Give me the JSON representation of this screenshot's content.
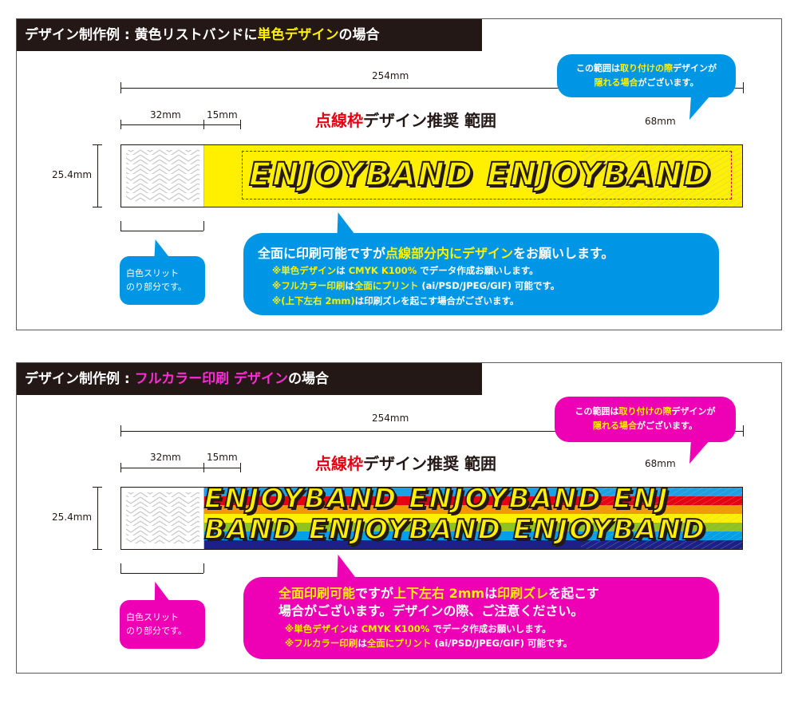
{
  "colors": {
    "dark": "#231815",
    "yellow": "#fff000",
    "blue": "#0096e6",
    "pink": "#ee00b4",
    "red": "#e60012"
  },
  "panel1": {
    "title_pre": "デザイン制作例 : 黄色リストバンドに",
    "title_hl": "単色デザイン",
    "title_post": "の場合",
    "dim_total": "254mm",
    "dim_slit": "32mm",
    "dim_margin": "15mm",
    "dim_hidden": "68mm",
    "dim_height": "25.4mm",
    "heading_red": "点線枠",
    "heading_rest": "デザイン推奨 範囲",
    "logo_text": "ENJOYBAND ENJOYBAND",
    "corner_bubble": {
      "l1_pre": "この範囲は",
      "l1_hl": "取り付けの際",
      "l1_post": "デザインが",
      "l2_hl": "隠れる場合",
      "l2_post": "がございます。"
    },
    "slit_bubble": {
      "l1": "白色スリット",
      "l2": "のり部分です。"
    },
    "main_bubble": {
      "head_pre": "全面に印刷可能ですが",
      "head_hl": "点線部分内にデザイン",
      "head_post": "をお願いします。",
      "n1_pre": "※",
      "n1_hl": "単色デザイン",
      "n1_mid": "は ",
      "n1_hl2": "CMYK K100%",
      "n1_post": " でデータ作成お願いします。",
      "n2_pre": "※",
      "n2_hl": "フルカラー印刷",
      "n2_mid": "は",
      "n2_hl2": "全面にプリント",
      "n2_post": " (ai/PSD/JPEG/GIF) 可能です。",
      "n3_pre": "※",
      "n3_hl": "(上下左右 2mm)",
      "n3_mid": "は",
      "n3_post": "印刷ズレを起こす場合がございます。"
    }
  },
  "panel2": {
    "title_pre": "デザイン制作例 : ",
    "title_hl": "フルカラー印刷 デザイン",
    "title_post": "の場合",
    "dim_total": "254mm",
    "dim_slit": "32mm",
    "dim_margin": "15mm",
    "dim_hidden": "68mm",
    "dim_height": "25.4mm",
    "heading_red": "点線枠",
    "heading_rest": "デザイン推奨 範囲",
    "logo_row1": "ENJOYBAND ENJOYBAND ENJ",
    "logo_row2": "BAND ENJOYBAND ENJOYBAND",
    "corner_bubble": {
      "l1_pre": "この範囲は",
      "l1_hl": "取り付けの際",
      "l1_post": "デザインが",
      "l2_hl": "隠れる場合",
      "l2_post": "がございます。"
    },
    "slit_bubble": {
      "l1": "白色スリット",
      "l2": "のり部分です。"
    },
    "main_bubble": {
      "h1_hl": "全面印刷可能",
      "h1_mid": "ですが",
      "h1_hl2": "上下左右 2mm",
      "h1_mid2": "は",
      "h1_hl3": "印刷ズレ",
      "h1_post": "を起こす",
      "h2": "場合がございます。デザインの際、ご注意ください。",
      "n1_pre": "※",
      "n1_hl": "単色デザイン",
      "n1_mid": "は ",
      "n1_hl2": "CMYK K100%",
      "n1_post": " でデータ作成お願いします。",
      "n2_pre": "※",
      "n2_hl": "フルカラー印刷",
      "n2_mid": "は",
      "n2_hl2": "全面にプリント",
      "n2_post": " (ai/PSD/JPEG/GIF) 可能です。"
    }
  }
}
